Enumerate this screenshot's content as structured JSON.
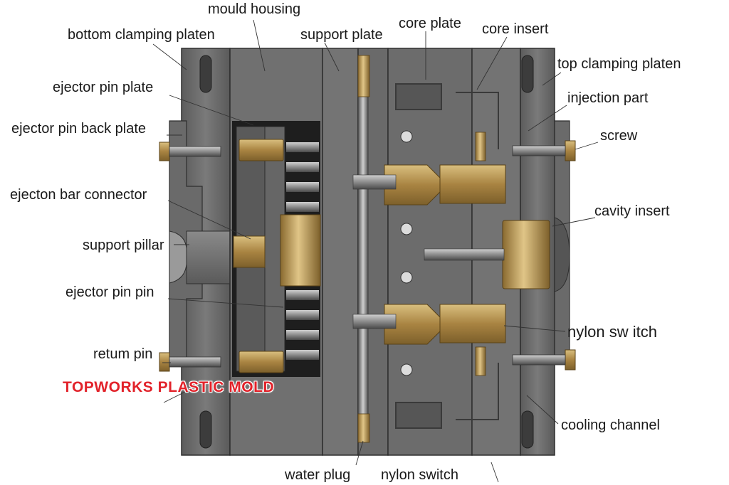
{
  "labels": {
    "mould_housing": "mould housing",
    "bottom_clamping_platen": "bottom clamping platen",
    "support_plate": "support plate",
    "core_plate": "core plate",
    "core_insert": "core insert",
    "top_clamping_platen": "top clamping platen",
    "ejector_pin_plate": "ejector pin plate",
    "injection_part": "injection part",
    "ejector_pin_back_plate": "ejector pin back plate",
    "screw": "screw",
    "ejecton_bar_connector": "ejecton bar connector",
    "cavity_insert": "cavity insert",
    "support_pillar": "support pillar",
    "ejector_pin_pin": "ejector pin pin",
    "nylon_switch_right": "nylon sw itch",
    "retum_pin": "retum pin",
    "cooling_channel": "cooling channel",
    "water_plug": "water plug",
    "nylon_switch_bottom": "nylon switch"
  },
  "watermark": "TOPWORKS PLASTIC MOLD",
  "colors": {
    "steel": "#6e6e6e",
    "steel_dark": "#3a3a3a",
    "brass": "#b89450",
    "text": "#1a1a1a",
    "watermark": "#e2222a"
  }
}
